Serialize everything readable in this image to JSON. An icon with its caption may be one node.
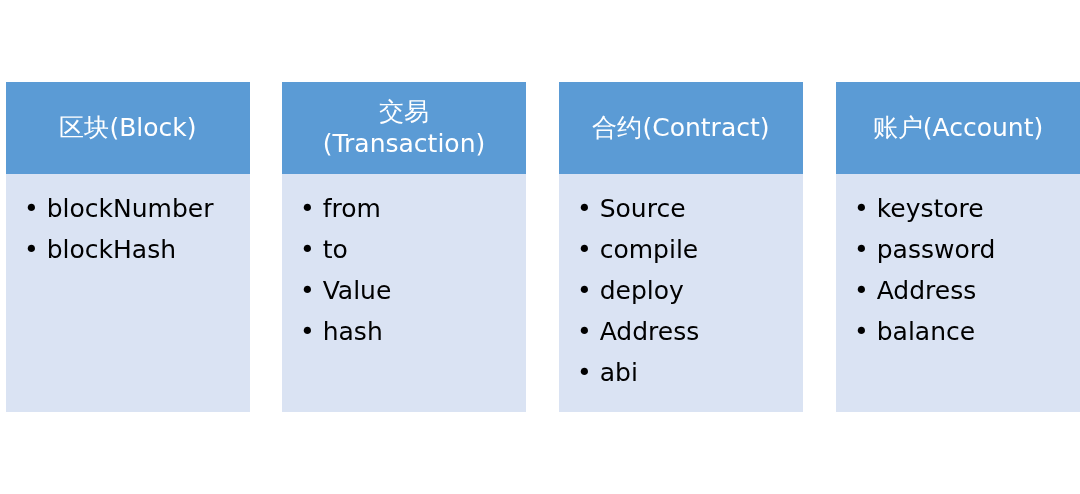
{
  "diagram": {
    "nodes": [
      {
        "text": [
          "区块(Block)"
        ]
      },
      {
        "text": [
          "• blockNumber",
          "• blockHash"
        ]
      },
      {
        "text": [
          "交易 (Transaction)"
        ]
      },
      {
        "text": [
          "• from",
          "• to",
          "• Value",
          "• hash"
        ]
      },
      {
        "text": [
          "合约(Contract)"
        ]
      },
      {
        "text": [
          "• Source",
          "• compile",
          "• deploy",
          "• Address",
          "• abi"
        ]
      },
      {
        "text": [
          "账户(Account)"
        ]
      },
      {
        "text": [
          "• keystore",
          "• password",
          "• Address",
          "• balance"
        ]
      }
    ]
  }
}
